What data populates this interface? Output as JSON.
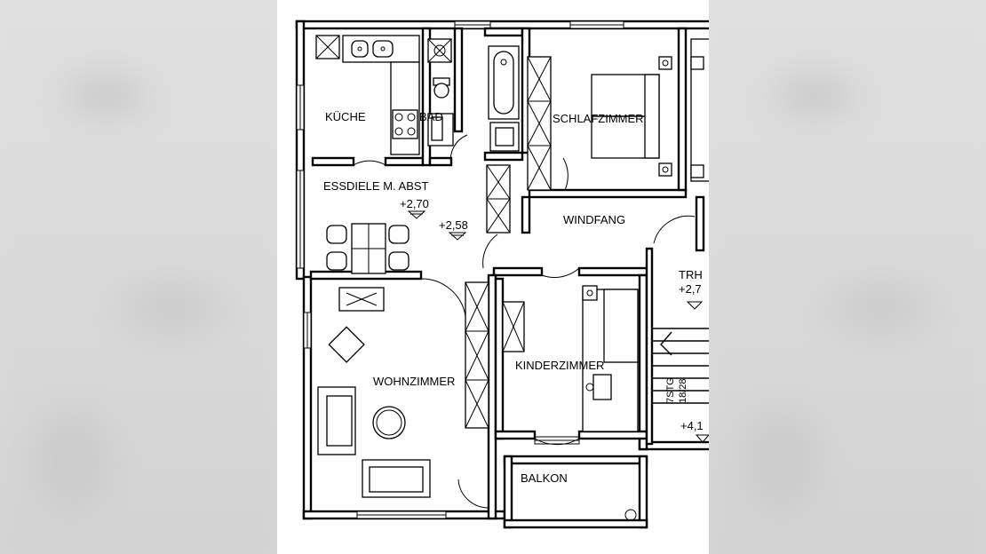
{
  "rooms": {
    "kueche": "KÜCHE",
    "bad": "BAD",
    "schlafzimmer": "SCHLAFZIMMER",
    "essdiele": "ESSDIELE M. ABST",
    "windfang": "WINDFANG",
    "wohnzimmer": "WOHNZIMMER",
    "kinderzimmer": "KINDERZIMMER",
    "balkon": "BALKON",
    "trh": "TRH"
  },
  "levels": {
    "essdiele": "+2,70",
    "flur": "+2,58",
    "trh": "+2,7",
    "stair_bottom": "+4,1"
  },
  "stairs": {
    "steps": "7STG",
    "ratio": "18/28"
  }
}
